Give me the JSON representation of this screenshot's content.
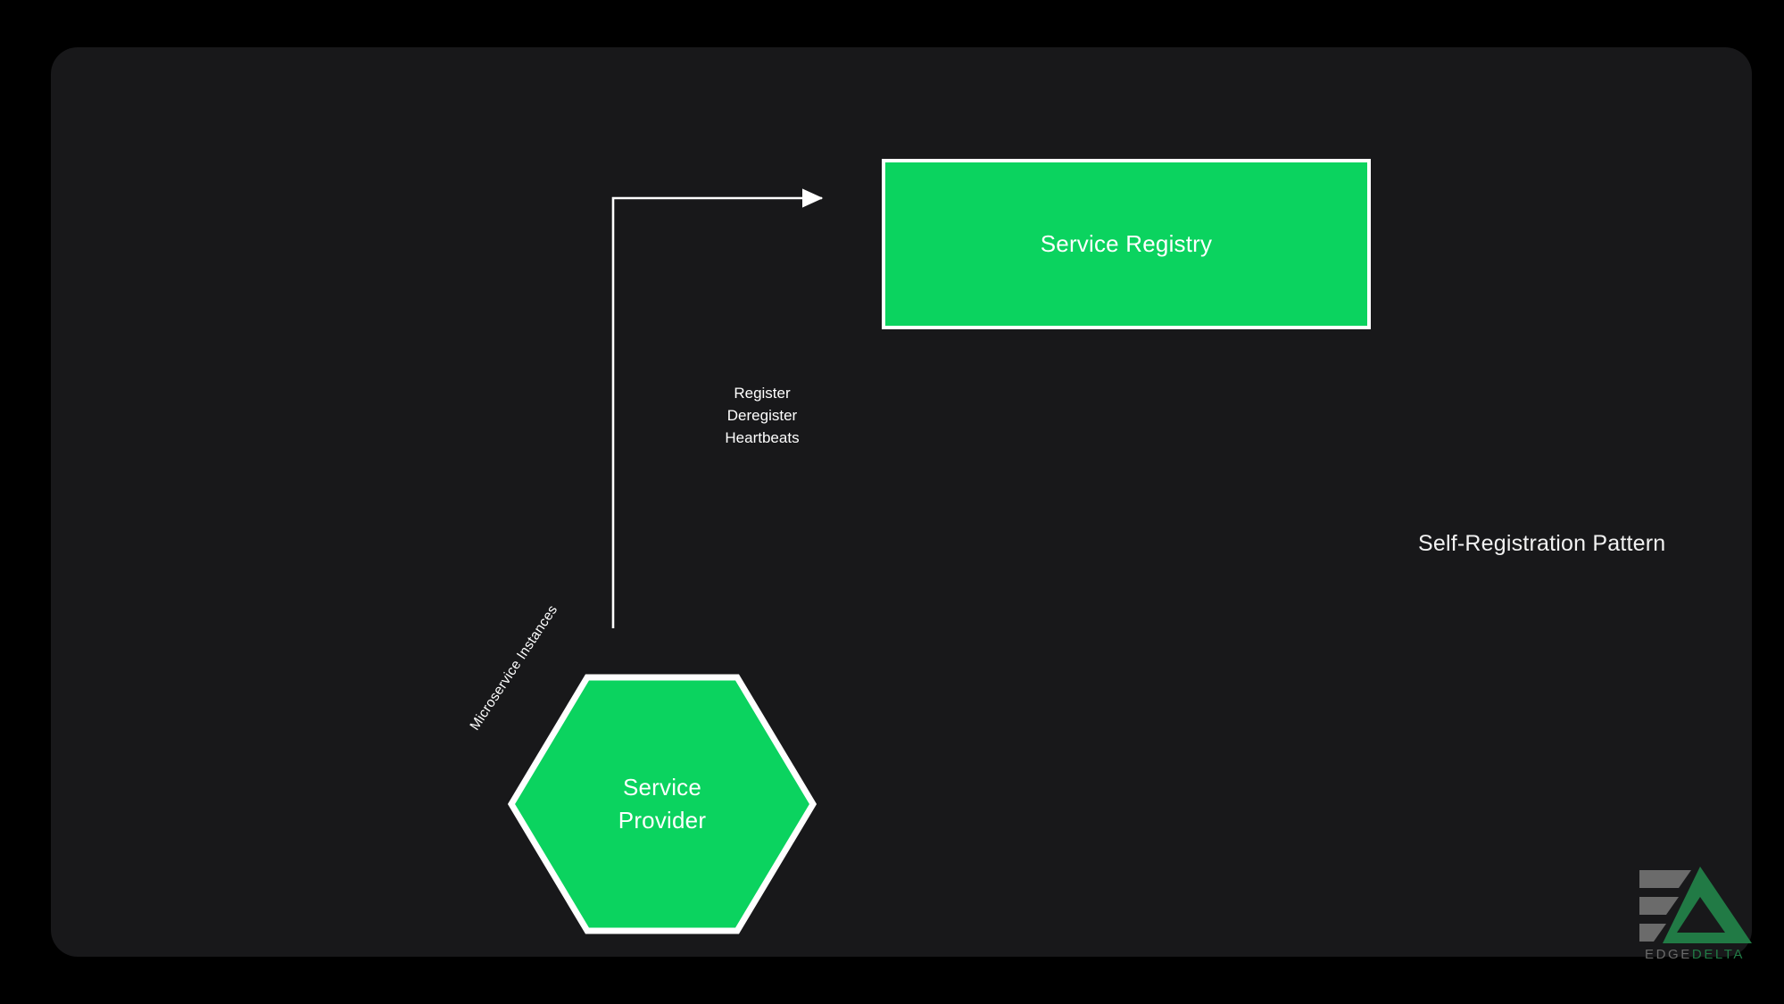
{
  "diagram": {
    "caption": "Self-Registration Pattern",
    "background_color": "#000000",
    "card_color": "#18181a",
    "accent_color": "#0bd35f",
    "stroke_color": "#ffffff",
    "nodes": [
      {
        "id": "service-registry",
        "label": "Service Registry",
        "shape": "rectangle"
      },
      {
        "id": "service-provider",
        "label_line1": "Service",
        "label_line2": "Provider",
        "shape": "hexagon"
      }
    ],
    "edges": [
      {
        "id": "register-edge",
        "from": "service-provider",
        "to": "service-registry",
        "label_line1": "Register",
        "label_line2": "Deregister",
        "label_line3": "Heartbeats",
        "arrow": "arrow-head-icon"
      }
    ],
    "annotations": [
      {
        "id": "microservice-instances",
        "text": "Microservice Instances",
        "rotation": "-56.5deg"
      }
    ]
  },
  "logo": {
    "name": "edge-delta-logo",
    "word_edge": "EDGE",
    "word_delta": "DELTA",
    "bars_color": "#6b6b6b",
    "triangle_color": "#217a45"
  }
}
